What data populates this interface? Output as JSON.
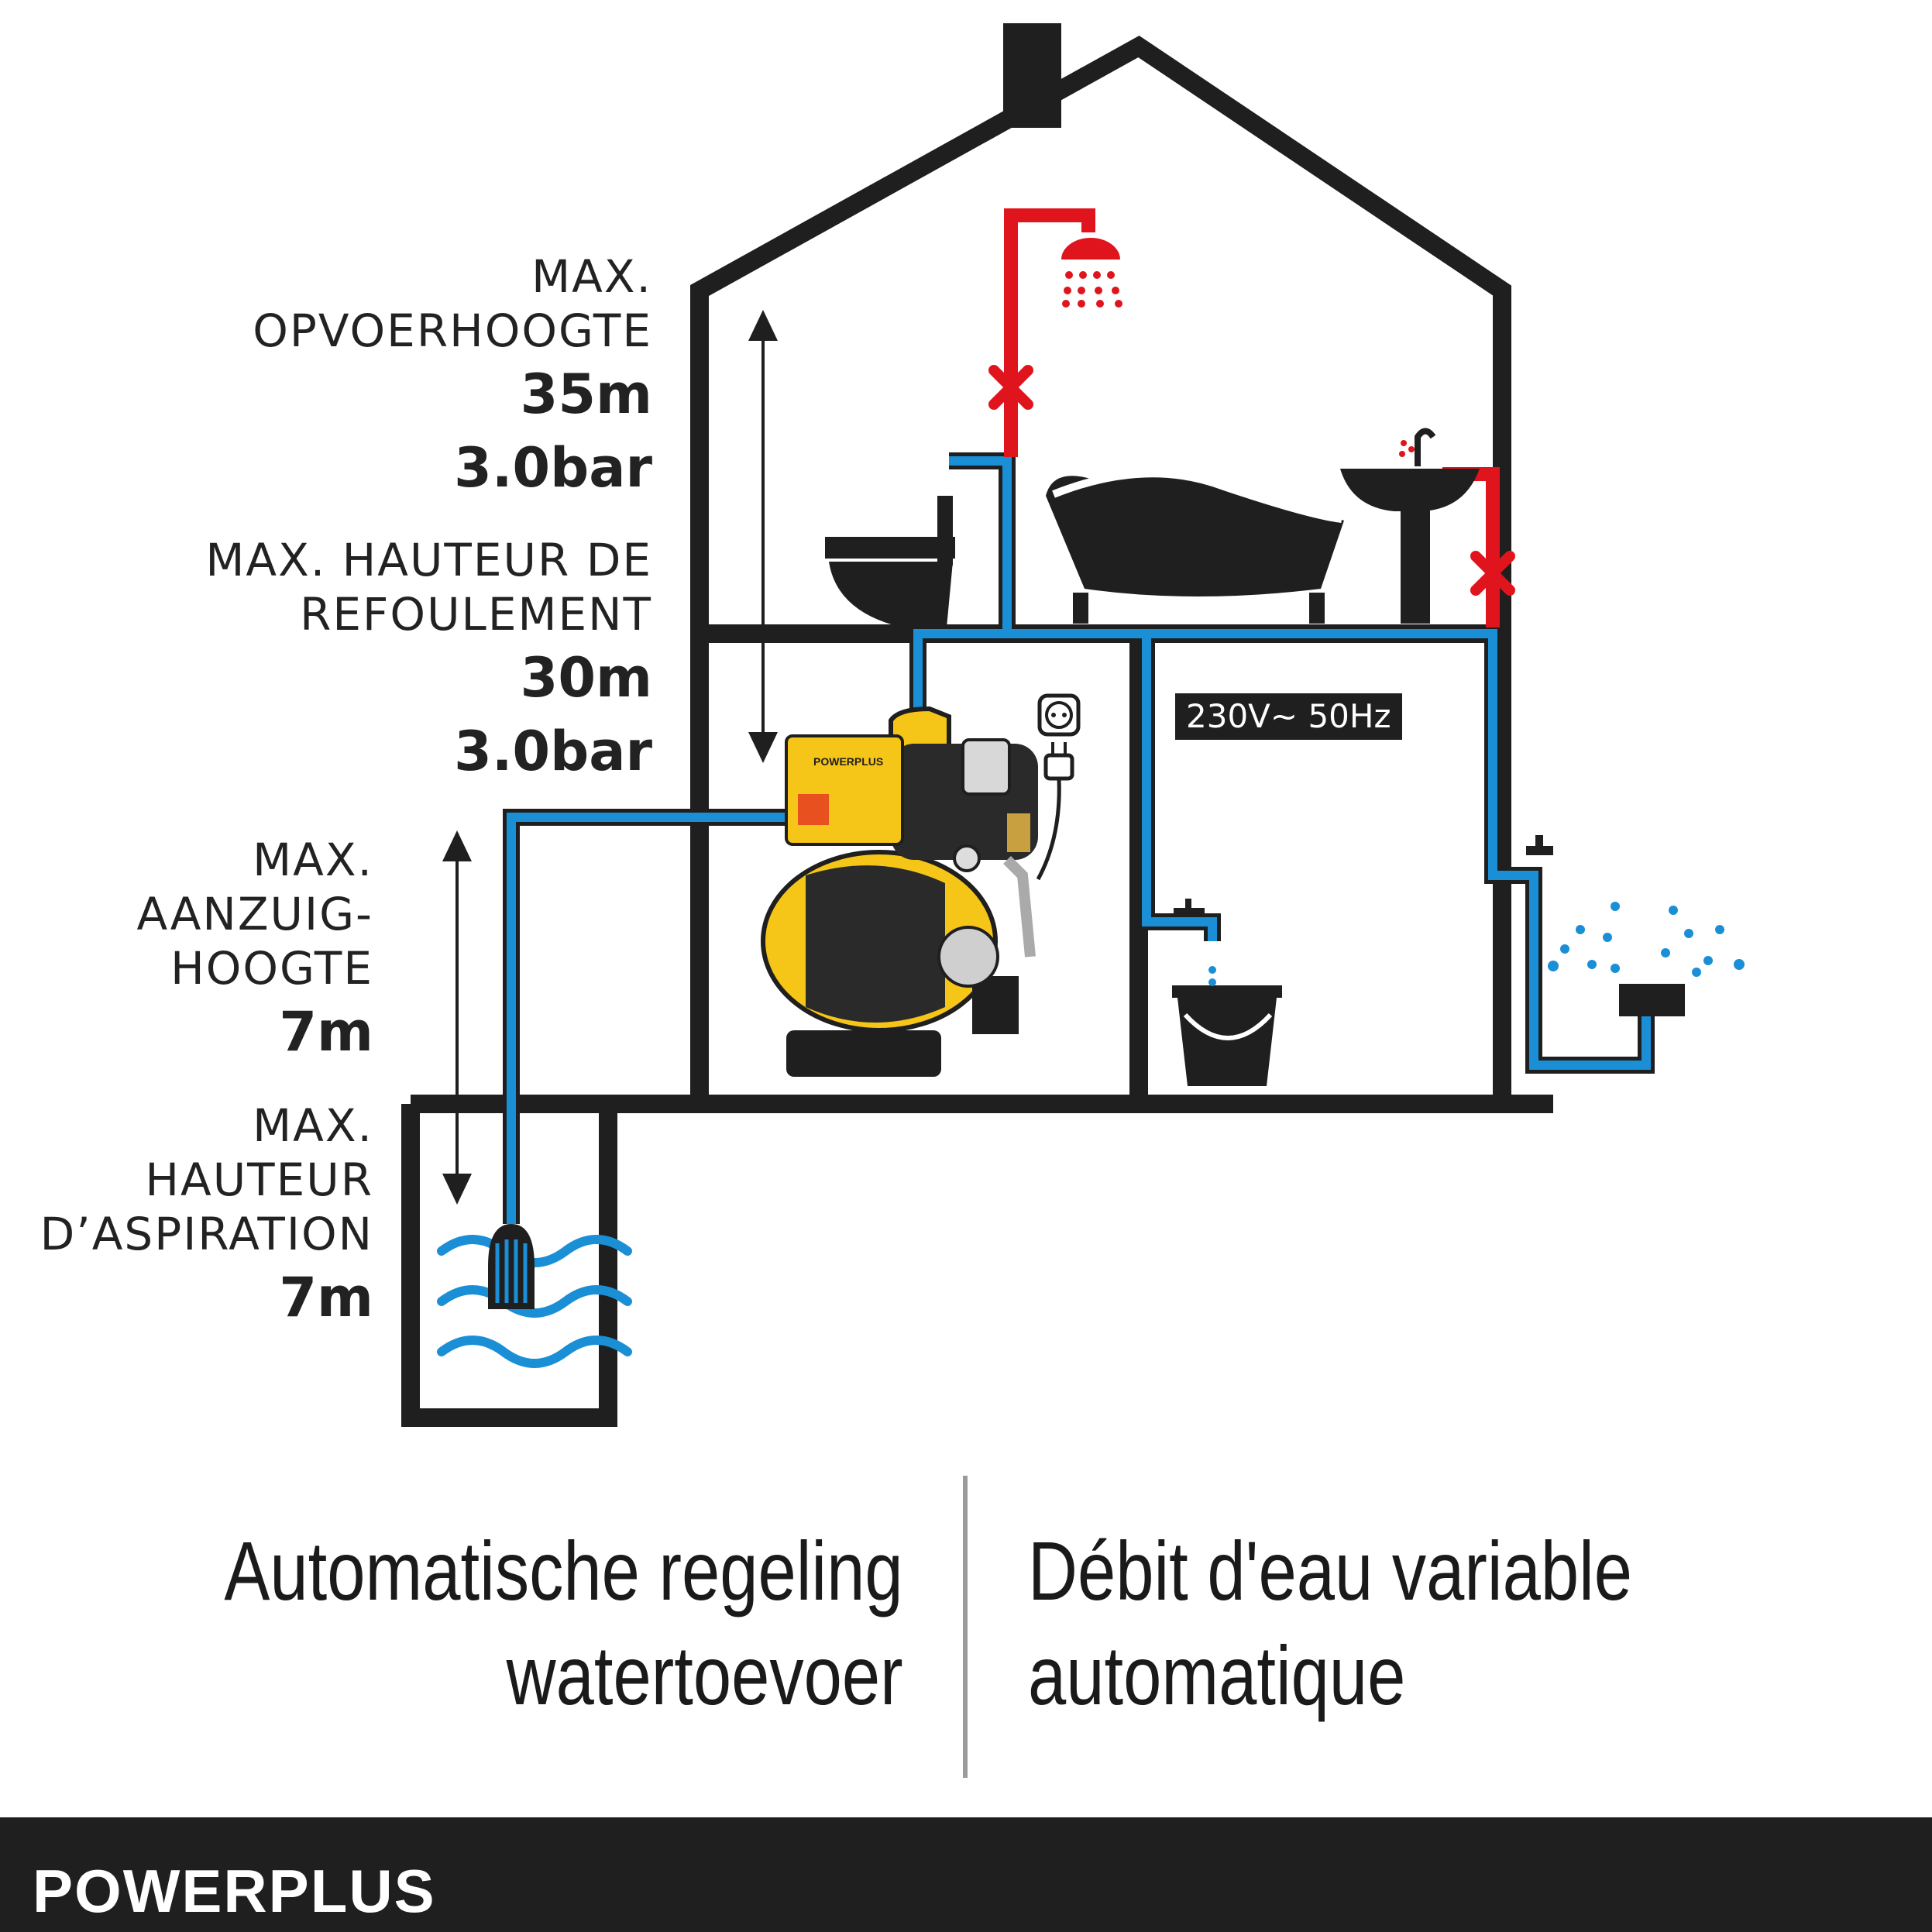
{
  "specs": {
    "delivery_nl": {
      "label_1": "MAX.",
      "label_2": "OPVOERHOOGTE",
      "height": "35m",
      "pressure": "3.0bar"
    },
    "delivery_fr": {
      "label_1": "MAX. HAUTEUR DE",
      "label_2": "REFOULEMENT",
      "height": "30m",
      "pressure": "3.0bar"
    },
    "suction_nl": {
      "label_1": "MAX.",
      "label_2": "AANZUIG-",
      "label_3": "HOOGTE",
      "height": "7m"
    },
    "suction_fr": {
      "label_1": "MAX.",
      "label_2": "HAUTEUR",
      "label_3": "D’ASPIRATION",
      "height": "7m"
    }
  },
  "voltage_label": "230V~ 50Hz",
  "pump_brand_label": "POWERPLUS",
  "taglines": {
    "nl_line_1": "Automatische regeling",
    "nl_line_2": "watertoevoer",
    "fr_line_1": "Débit d'eau variable",
    "fr_line_2": "automatique"
  },
  "footer": {
    "brand": "POWERPLUS"
  },
  "colors": {
    "pipe": "#1a8fd6",
    "hot_pipe": "#e0141c",
    "outline": "#1f1f1f",
    "pump_yellow": "#f5c518",
    "water": "#1a8fd6"
  }
}
